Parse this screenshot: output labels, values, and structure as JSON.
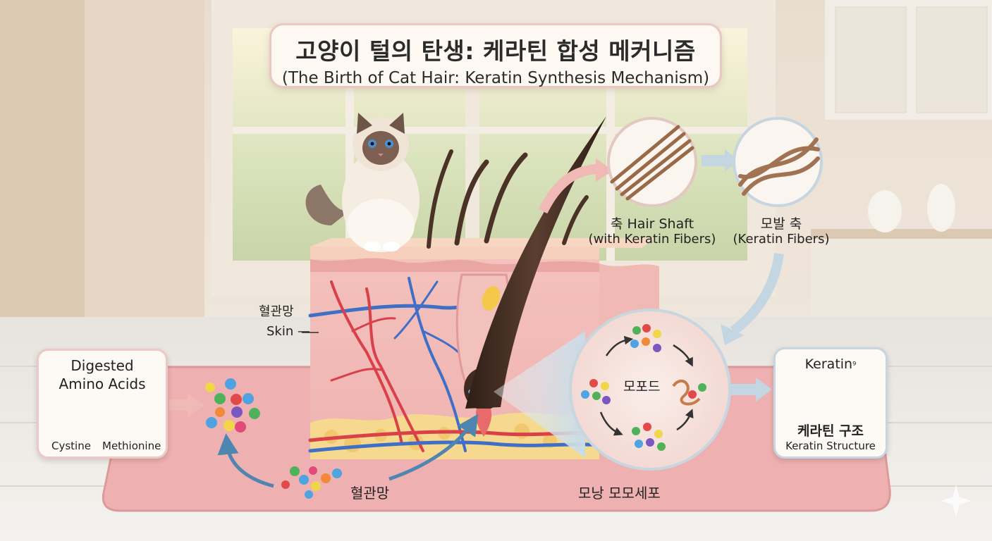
{
  "title": {
    "korean": "고양이 털의 탄생: 케라틴 합성 메커니즘",
    "english": "(The Birth of Cat Hair: Keratin Synthesis Mechanism)"
  },
  "labels": {
    "skin_vessel_ko": "혈관망",
    "skin_en": "Skin —",
    "hair_shaft_title": "축 Hair Shaft",
    "hair_shaft_sub": "(with Keratin Fibers)",
    "fibers_title": "모발 축",
    "fibers_sub": "(Keratin Fibers)",
    "bottom_vessel": "혈관망",
    "follicle_cells": "모낭 모모세포",
    "bubble_center": "모포드"
  },
  "amino_box": {
    "title_line1": "Digested",
    "title_line2": "Amino Acids",
    "cystine": "Cystine",
    "methionine": "Methionine"
  },
  "keratin_box": {
    "title": "Keratin",
    "title_mark": "⁹",
    "structure_ko": "케라틴 구조",
    "structure_en": "Keratin Structure"
  },
  "colors": {
    "mat": "#eeb0b0",
    "skin_top": "#f4ccb9",
    "artery": "#d9404a",
    "vein": "#3f6fc6",
    "hair": "#4a3226",
    "flow_arrow": "#4f86b0",
    "pink_arrow": "#f1b9b5"
  }
}
